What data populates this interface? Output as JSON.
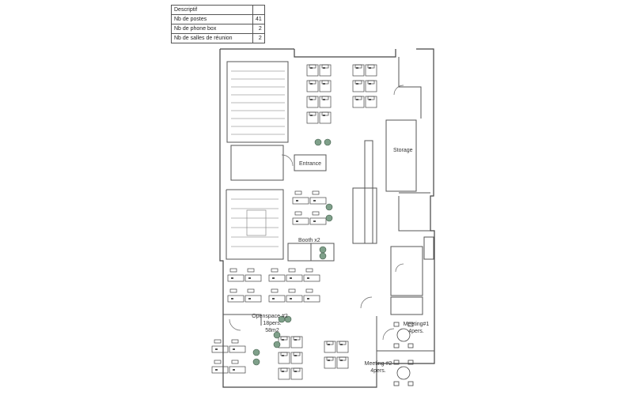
{
  "legend": {
    "title": "Descriptif",
    "rows": [
      {
        "label": "Nb de postes",
        "value": "41"
      },
      {
        "label": "Nb de phone box",
        "value": "2"
      },
      {
        "label": "Nb de salles de réunion",
        "value": "2"
      }
    ]
  },
  "rooms": {
    "entrance": "Entrance",
    "storage": "Storage",
    "booth": "Booth x2",
    "openspace": [
      "Openspace #2",
      "18pers.",
      "58m2"
    ],
    "meeting1": [
      "Meeting#1",
      "4pers."
    ],
    "meeting2": [
      "Meeting #2",
      "4pers."
    ]
  }
}
